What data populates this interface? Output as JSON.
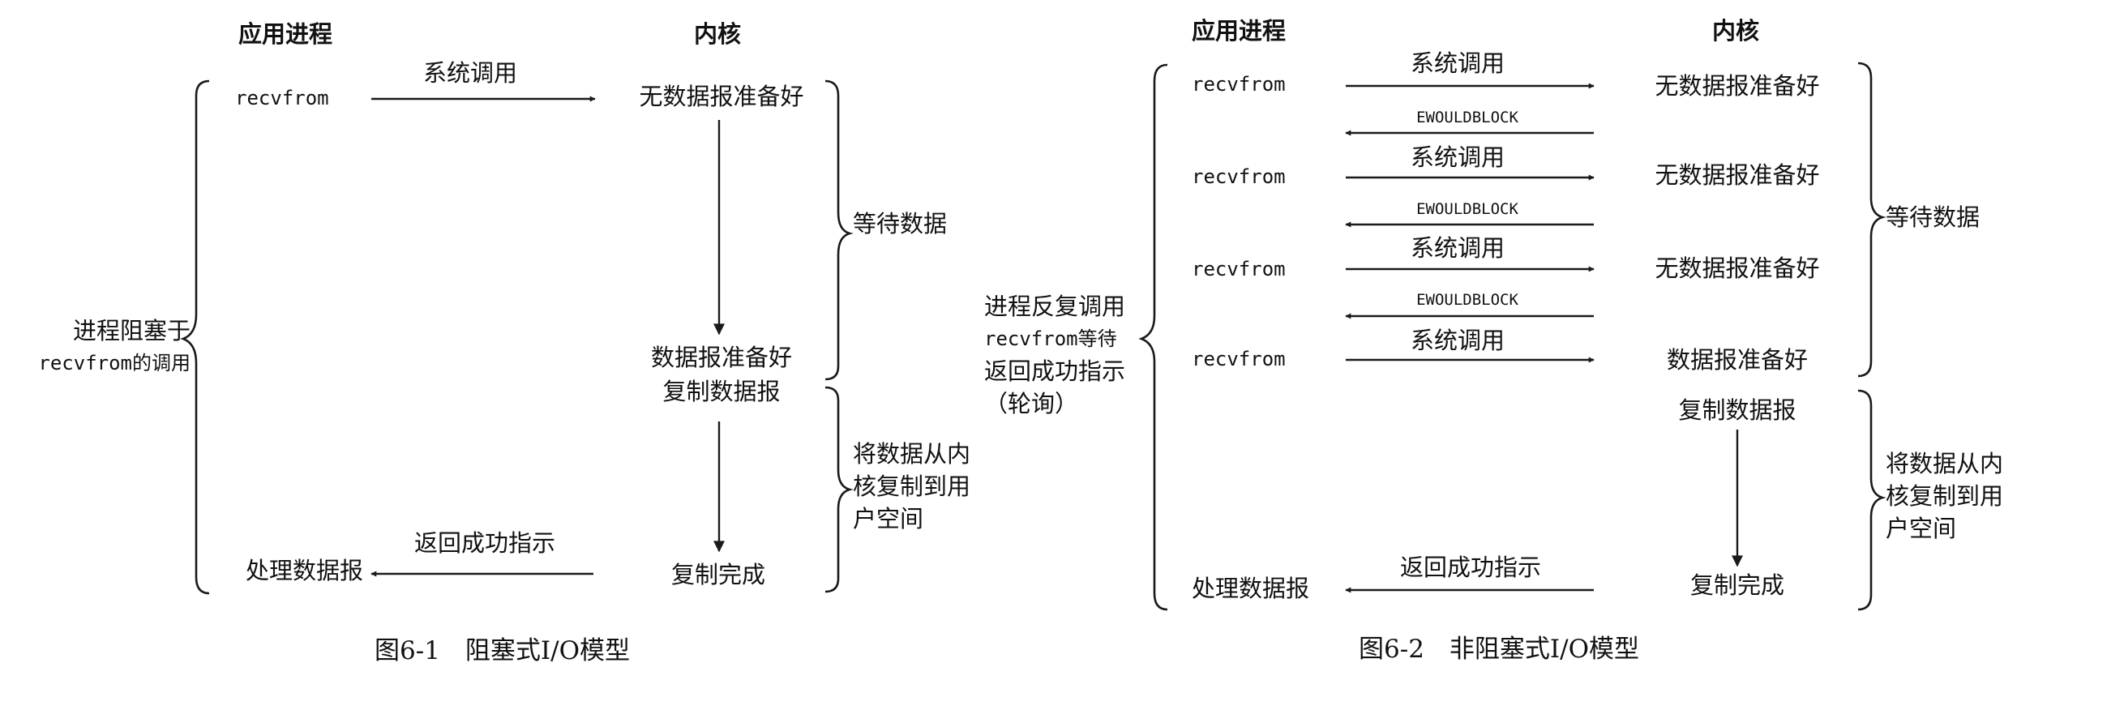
{
  "colors": {
    "ink": "#1a1a1a",
    "background": "#ffffff"
  },
  "fig1": {
    "header_app": "应用进程",
    "header_kernel": "内核",
    "left_label_line1": "进程阻塞于",
    "left_label_line2": "recvfrom的调用",
    "recvfrom": "recvfrom",
    "syscall": "系统调用",
    "no_datagram": "无数据报准备好",
    "datagram_ready": "数据报准备好",
    "copy_datagram": "复制数据报",
    "copy_done": "复制完成",
    "return_ok": "返回成功指示",
    "process_datagram": "处理数据报",
    "wait_data": "等待数据",
    "copy_desc_line1": "将数据从内",
    "copy_desc_line2": "核复制到用",
    "copy_desc_line3": "户空间",
    "caption": "图6-1　阻塞式I/O模型"
  },
  "fig2": {
    "header_app": "应用进程",
    "header_kernel": "内核",
    "left_label_line1": "进程反复调用",
    "left_label_line2": "recvfrom等待",
    "left_label_line3": "返回成功指示",
    "left_label_line4": "（轮询）",
    "rows": [
      {
        "call": "recvfrom",
        "syscall": "系统调用",
        "kernel": "无数据报准备好",
        "reply": "EWOULDBLOCK"
      },
      {
        "call": "recvfrom",
        "syscall": "系统调用",
        "kernel": "无数据报准备好",
        "reply": "EWOULDBLOCK"
      },
      {
        "call": "recvfrom",
        "syscall": "系统调用",
        "kernel": "无数据报准备好",
        "reply": "EWOULDBLOCK"
      },
      {
        "call": "recvfrom",
        "syscall": "系统调用",
        "kernel": "数据报准备好",
        "reply": ""
      }
    ],
    "copy_datagram": "复制数据报",
    "copy_done": "复制完成",
    "return_ok": "返回成功指示",
    "process_datagram": "处理数据报",
    "wait_data": "等待数据",
    "copy_desc_line1": "将数据从内",
    "copy_desc_line2": "核复制到用",
    "copy_desc_line3": "户空间",
    "caption": "图6-2　非阻塞式I/O模型"
  }
}
